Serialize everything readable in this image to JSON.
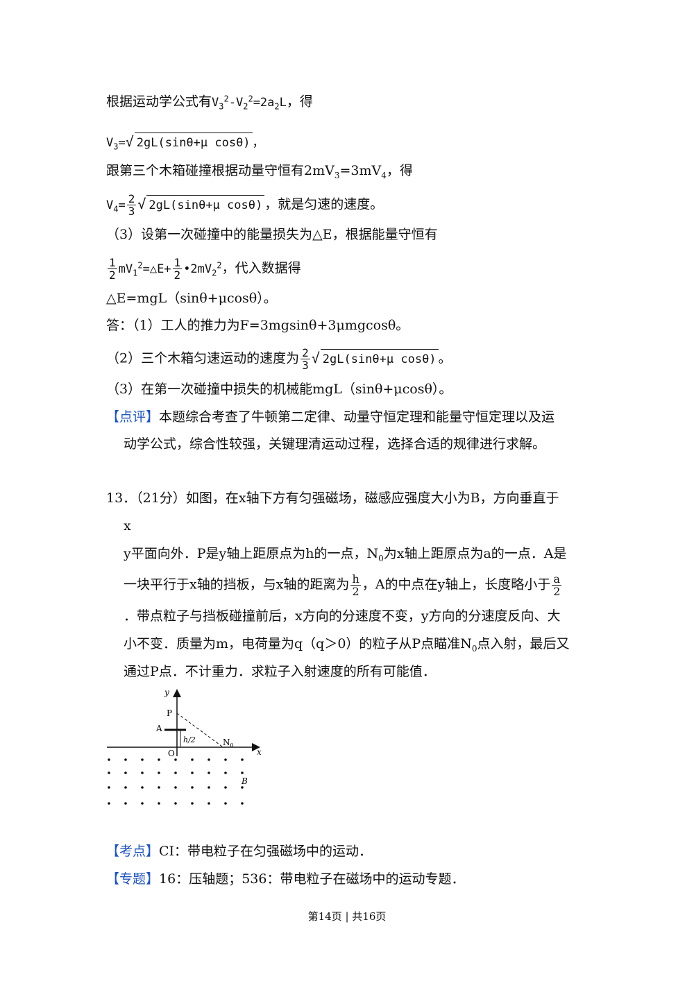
{
  "lines": {
    "l1_prefix": "根据运动学公式有",
    "l1_formula_a": "V",
    "l1_formula_b": "-V",
    "l1_formula_c": "=2a",
    "l1_formula_d": "L",
    "l1_suffix": "，得",
    "l2_lhs": "V",
    "l2_eq": "=",
    "l2_rad": "2gL(sinθ+μ cosθ)",
    "l2_end": "，",
    "l3_text": "跟第三个木箱碰撞根据动量守恒有2mV",
    "l3_mid": "=3mV",
    "l3_end": "，得",
    "l4_lhs": "V",
    "l4_eq": "=",
    "l4_rad": "2gL(sinθ+μ cosθ)",
    "l4_end": "，就是匀速的速度。",
    "l5_text": "（3）设第一次碰撞中的能量损失为△E，根据能量守恒有",
    "l6_a": "mV",
    "l6_b": "=△E+",
    "l6_c": "•2mV",
    "l6_end": "，代入数据得",
    "l7_text": "△E=mgL（sinθ+μcosθ）。",
    "l8_text": "答：（1）工人的推力为F=3mgsinθ+3μmgcosθ。",
    "l9_prefix": "（2）三个木箱匀速运动的速度为",
    "l9_rad": "2gL(sinθ+μ cosθ)",
    "l9_end": "。",
    "l10_text": "（3）在第一次碰撞中损失的机械能mgL（sinθ+μcosθ）。",
    "comment_tag": "【点评】",
    "comment_1": "本题综合考查了牛顿第二定律、动量守恒定理和能量守恒定理以及运",
    "comment_2": "动学公式，综合性较强，关键理清运动过程，选择合适的规律进行求解。",
    "q13_1": "13．（21分）如图，在x轴下方有匀强磁场，磁感应强度大小为B，方向垂直于",
    "q13_2": "x",
    "q13_3": "y平面向外．P是y轴上距原点为h的一点，N",
    "q13_3b": "为x轴上距原点为a的一点．A是",
    "q13_4a": "一块平行于x轴的挡板，与x轴的距离为",
    "q13_4b": "，A的中点在y轴上，长度略小于",
    "q13_5": "．带点粒子与挡板碰撞前后，x方向的分速度不变，y方向的分速度反向、大",
    "q13_6a": "小不变．质量为m，电荷量为q（q＞0）的粒子从P点瞄准N",
    "q13_6b": "点入射，最后又",
    "q13_7": "通过P点．不计重力．求粒子入射速度的所有可能值．",
    "kaodian_tag": "【考点】",
    "kaodian_text": "CI：带电粒子在匀强磁场中的运动．",
    "zhuanti_tag": "【专题】",
    "zhuanti_text": "16：压轴题；536：带电粒子在磁场中的运动专题．"
  },
  "nums": {
    "n2": "2",
    "n3": "3",
    "n1": "1",
    "n0": "0",
    "n4": "4",
    "h": "h",
    "a": "a"
  },
  "diagram": {
    "label_y": "y",
    "label_p": "P",
    "label_a": "A",
    "label_h2": "h/2",
    "label_o": "O",
    "label_n": "N",
    "label_n_sub": "0",
    "label_x": "x",
    "label_b": "B"
  },
  "footer": "第14页 | 共16页"
}
